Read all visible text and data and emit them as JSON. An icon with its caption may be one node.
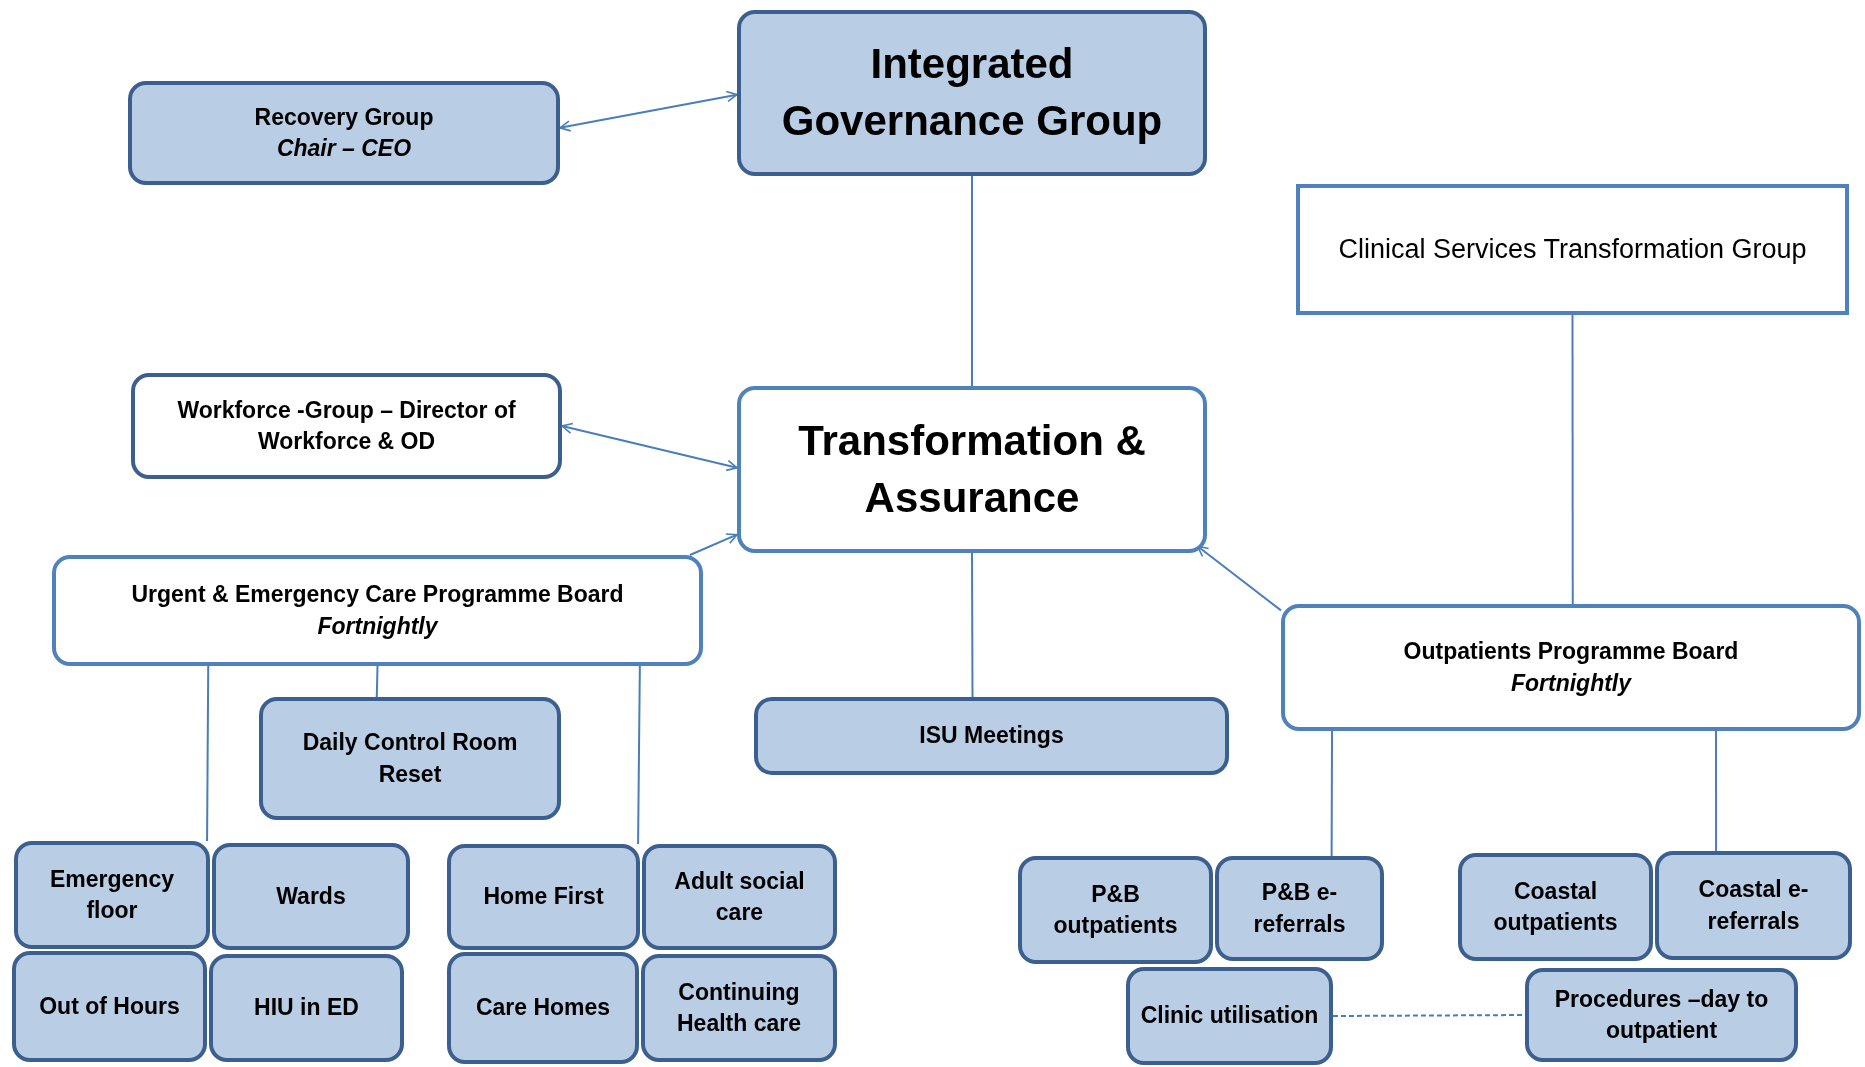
{
  "diagram": {
    "nodes": [
      {
        "text": [
          "Integrated Governance Group"
        ]
      },
      {
        "text": [
          "Recovery Group",
          "Chair – CEO"
        ]
      },
      {
        "text": [
          "Clinical Services Transformation Group"
        ]
      },
      {
        "text": [
          "Workforce -Group – Director of Workforce & OD"
        ]
      },
      {
        "text": [
          "Transformation & Assurance"
        ]
      },
      {
        "text": [
          "Urgent & Emergency Care Programme Board",
          "Fortnightly"
        ]
      },
      {
        "text": [
          "Outpatients Programme Board",
          "Fortnightly"
        ]
      },
      {
        "text": [
          "Daily Control Room Reset"
        ]
      },
      {
        "text": [
          "ISU Meetings"
        ]
      },
      {
        "text": [
          "Emergency floor"
        ]
      },
      {
        "text": [
          "Wards"
        ]
      },
      {
        "text": [
          "Out of Hours"
        ]
      },
      {
        "text": [
          "HIU in ED"
        ]
      },
      {
        "text": [
          "Home First"
        ]
      },
      {
        "text": [
          "Adult social care"
        ]
      },
      {
        "text": [
          "Care Homes"
        ]
      },
      {
        "text": [
          "Continuing Health care"
        ]
      },
      {
        "text": [
          "P&B outpatients"
        ]
      },
      {
        "text": [
          "P&B e-referrals"
        ]
      },
      {
        "text": [
          "Clinic utilisation"
        ]
      },
      {
        "text": [
          "Coastal outpatients"
        ]
      },
      {
        "text": [
          "Coastal e-referrals"
        ]
      },
      {
        "text": [
          "Procedures –day to outpatient"
        ]
      }
    ],
    "edges": [
      {
        "from": 1,
        "to": 0,
        "arrow": "both"
      },
      {
        "from": 0,
        "to": 4,
        "arrow": "none"
      },
      {
        "from": 3,
        "to": 4,
        "arrow": "both"
      },
      {
        "from": 5,
        "to": 4,
        "arrow": "to"
      },
      {
        "from": 6,
        "to": 4,
        "arrow": "to"
      },
      {
        "from": 4,
        "to": 8,
        "arrow": "none"
      },
      {
        "from": 2,
        "to": 6,
        "arrow": "none"
      },
      {
        "from": 5,
        "to": 7,
        "arrow": "none"
      },
      {
        "from": 5,
        "to": 9,
        "arrow": "none"
      },
      {
        "from": 5,
        "to": 13,
        "arrow": "none"
      },
      {
        "from": 6,
        "to": 18,
        "arrow": "none"
      },
      {
        "from": 6,
        "to": 21,
        "arrow": "none"
      },
      {
        "from": 19,
        "to": 22,
        "arrow": "none",
        "style": "dashed"
      }
    ]
  }
}
